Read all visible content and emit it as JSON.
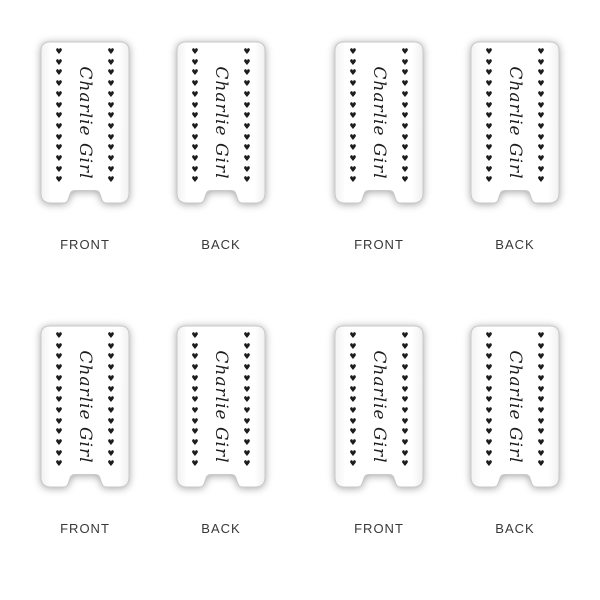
{
  "page": {
    "background": "#ffffff"
  },
  "design": {
    "text": "Charlie Girl",
    "heart_symbol": "♥",
    "hearts_column": "♥\n♥\n♥\n♥\n♥\n♥\n♥\n♥\n♥\n♥\n♥\n♥\n♥",
    "ink_color": "#1c1c1c",
    "label_color": "#383838",
    "koozie_fill": "#ffffff",
    "koozie_edge": "#c9c9c9"
  },
  "items": [
    {
      "view": "FRONT"
    },
    {
      "view": "BACK"
    },
    {
      "view": "FRONT"
    },
    {
      "view": "BACK"
    },
    {
      "view": "FRONT"
    },
    {
      "view": "BACK"
    },
    {
      "view": "FRONT"
    },
    {
      "view": "BACK"
    }
  ]
}
